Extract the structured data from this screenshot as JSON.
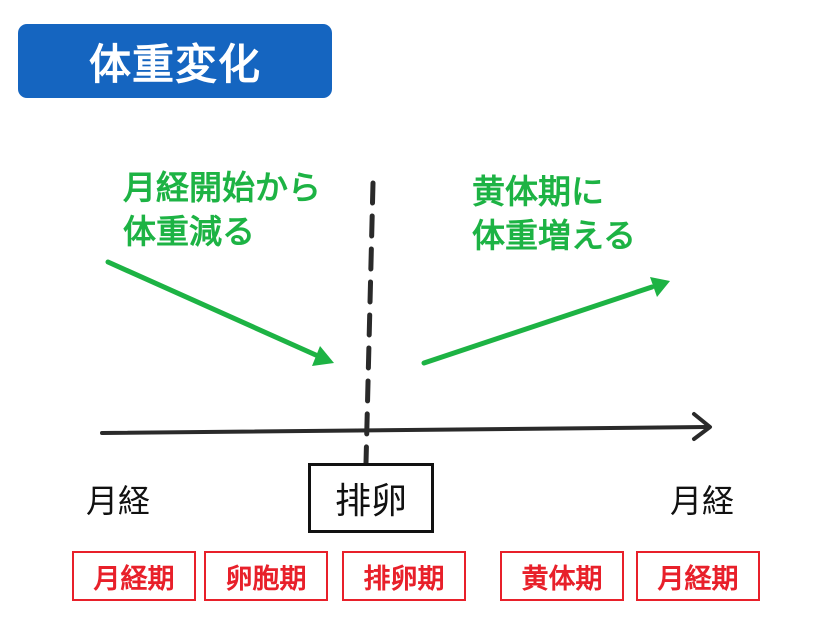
{
  "title": "体重変化",
  "colors": {
    "title_bg": "#1565c0",
    "arrow_green": "#1db344",
    "phase_red": "#e8202a",
    "axis": "#2a2a2a"
  },
  "annotations": {
    "left": "月経開始から\n体重減る",
    "right": "黄体期に\n体重増える"
  },
  "axis_labels": {
    "start": "月経",
    "ovulation": "排卵",
    "end": "月経"
  },
  "phases": [
    "月経期",
    "卵胞期",
    "排卵期",
    "黄体期",
    "月経期"
  ]
}
